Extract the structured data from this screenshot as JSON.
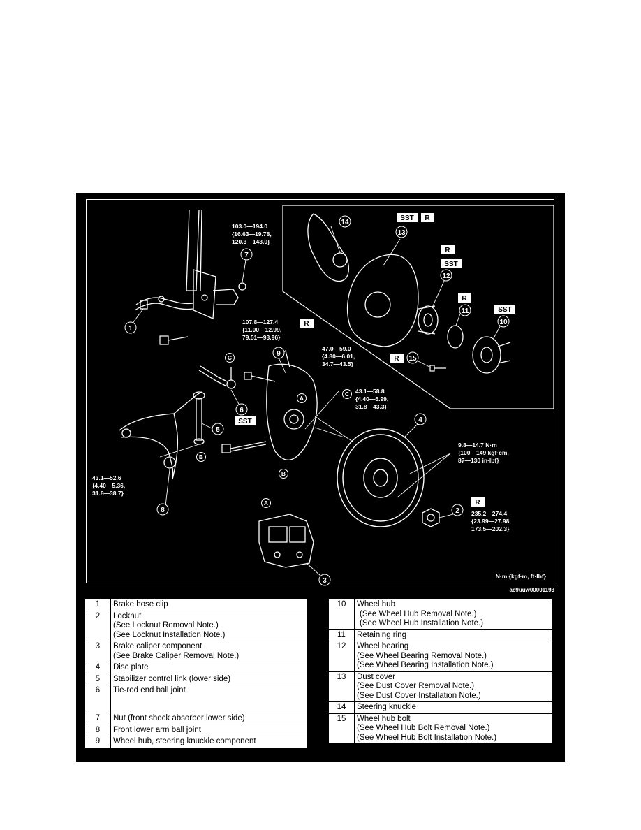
{
  "diagram": {
    "caption": "N·m {kgf·m, ft·lbf}",
    "figure_id": "ac9uuw00001193",
    "callouts": [
      "1",
      "2",
      "3",
      "4",
      "5",
      "6",
      "7",
      "8",
      "9",
      "10",
      "11",
      "12",
      "13",
      "14",
      "15"
    ],
    "ref_letters": {
      "a": "A",
      "b": "B",
      "c": "C"
    },
    "tags": {
      "sst": "SST",
      "r": "R"
    },
    "torque_specs": {
      "shock_nut": [
        "103.0—194.0",
        "{16.63—19.78,",
        "120.3—143.0}"
      ],
      "knuckle_bolt": [
        "107.8—127.4",
        "{11.00—12.99,",
        "79.51—93.96}"
      ],
      "knuckle_nut": [
        "47.0—59.0",
        "{4.80—6.01,",
        "34.7—43.5}"
      ],
      "lower_arm_nut_right": [
        "43.1—58.8",
        "{4.40—5.99,",
        "31.8—43.3}"
      ],
      "lower_arm_nut_left": [
        "43.1—52.6",
        "{4.40—5.36,",
        "31.8—38.7}"
      ],
      "disc_screw": [
        "9.8—14.7 N·m",
        "{100—149 kgf·cm,",
        "87—130 in·lbf}"
      ],
      "locknut": [
        "235.2—274.4",
        "{23.99—27.98,",
        "173.5—202.3}"
      ]
    }
  },
  "parts_left": [
    {
      "num": "1",
      "lines": [
        "Brake hose clip"
      ]
    },
    {
      "num": "2",
      "lines": [
        "Locknut",
        "(See Locknut Removal Note.)",
        "(See Locknut Installation Note.)"
      ]
    },
    {
      "num": "3",
      "lines": [
        "Brake caliper component",
        "(See Brake Caliper Removal Note.)"
      ]
    },
    {
      "num": "4",
      "lines": [
        "Disc plate"
      ]
    },
    {
      "num": "5",
      "lines": [
        "Stabilizer control link (lower side)"
      ]
    },
    {
      "num": "6",
      "lines": [
        "Tie-rod end ball joint"
      ]
    },
    {
      "num": "7",
      "lines": [
        "Nut (front shock absorber lower side)"
      ]
    },
    {
      "num": "8",
      "lines": [
        "Front lower arm ball joint"
      ]
    },
    {
      "num": "9",
      "lines": [
        "Wheel hub, steering knuckle component"
      ]
    }
  ],
  "parts_right": [
    {
      "num": "10",
      "lines": [
        "Wheel hub",
        "(See Wheel Hub Removal Note.)",
        "(See Wheel Hub Installation Note.)"
      ]
    },
    {
      "num": "11",
      "lines": [
        "Retaining ring"
      ]
    },
    {
      "num": "12",
      "lines": [
        "Wheel bearing",
        "(See Wheel Bearing Removal Note.)",
        "(See Wheel Bearing Installation Note.)"
      ]
    },
    {
      "num": "13",
      "lines": [
        "Dust cover",
        "(See Dust Cover Removal Note.)",
        "(See Dust Cover Installation Note.)"
      ]
    },
    {
      "num": "14",
      "lines": [
        "Steering knuckle"
      ]
    },
    {
      "num": "15",
      "lines": [
        "Wheel hub bolt",
        "(See Wheel Hub Bolt Removal Note.)",
        "(See Wheel Hub Bolt Installation Note.)"
      ]
    }
  ]
}
